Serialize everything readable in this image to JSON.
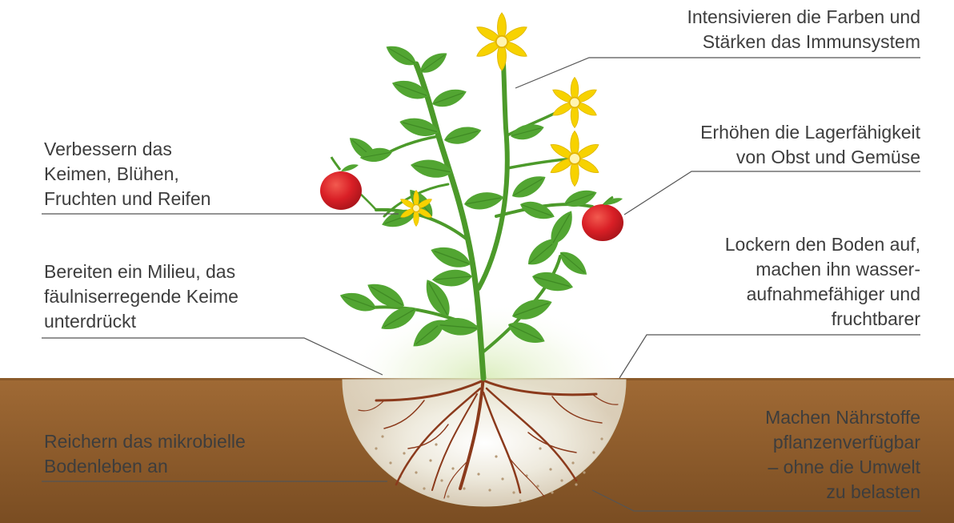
{
  "colors": {
    "soil_top": "#a06a35",
    "soil_bottom": "#7a4d22",
    "leaf": "#52a532",
    "leaf_dark": "#3f8a24",
    "stem": "#4c9a2a",
    "flower": "#f7d200",
    "apple": "#d91f26",
    "root": "#8b3a1c",
    "text": "#3d3d3d",
    "leader_line": "#555555"
  },
  "annotations": {
    "top_right": {
      "lines": [
        "Intensivieren die Farben und",
        "Stärken das Immunsystem"
      ]
    },
    "upper_left": {
      "lines": [
        "Verbessern das",
        "Keimen, Blühen,",
        "Fruchten und Reifen"
      ]
    },
    "upper_right": {
      "lines": [
        "Erhöhen die Lagerfähigkeit",
        "von Obst und Gemüse"
      ]
    },
    "middle_left": {
      "lines": [
        "Bereiten ein Milieu, das",
        "fäulniserregende Keime",
        "unterdrückt"
      ]
    },
    "middle_right": {
      "lines": [
        "Lockern den Boden auf,",
        "machen ihn wasser-",
        "aufnahmefähiger und",
        "fruchtbarer"
      ]
    },
    "bottom_left": {
      "lines": [
        "Reichern das mikrobielle",
        "Bodenleben an"
      ]
    },
    "bottom_right": {
      "lines": [
        "Machen Nährstoffe",
        "pflanzenverfügbar",
        "– ohne die Umwelt",
        "zu belasten"
      ]
    }
  }
}
